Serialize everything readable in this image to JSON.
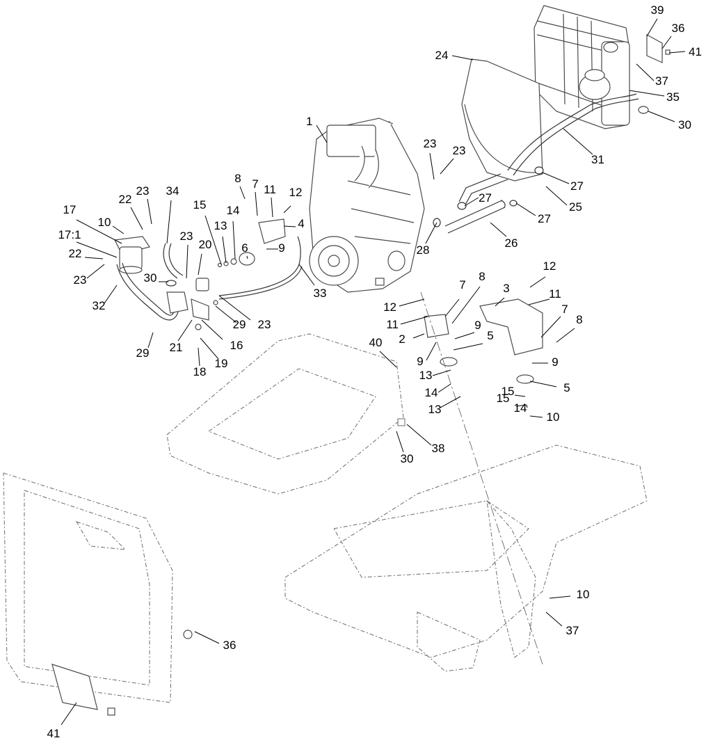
{
  "diagram": {
    "callouts": [
      {
        "text": "39"
      },
      {
        "text": "36"
      },
      {
        "text": "41"
      },
      {
        "text": "24"
      },
      {
        "text": "37"
      },
      {
        "text": "35"
      },
      {
        "text": "30"
      },
      {
        "text": "1"
      },
      {
        "text": "23"
      },
      {
        "text": "23"
      },
      {
        "text": "31"
      },
      {
        "text": "27"
      },
      {
        "text": "25"
      },
      {
        "text": "27"
      },
      {
        "text": "27"
      },
      {
        "text": "26"
      },
      {
        "text": "28"
      },
      {
        "text": "8"
      },
      {
        "text": "7"
      },
      {
        "text": "11"
      },
      {
        "text": "12"
      },
      {
        "text": "34"
      },
      {
        "text": "23"
      },
      {
        "text": "22"
      },
      {
        "text": "17"
      },
      {
        "text": "15"
      },
      {
        "text": "14"
      },
      {
        "text": "4"
      },
      {
        "text": "10"
      },
      {
        "text": "13"
      },
      {
        "text": "17:1"
      },
      {
        "text": "23"
      },
      {
        "text": "20"
      },
      {
        "text": "6"
      },
      {
        "text": "9"
      },
      {
        "text": "22"
      },
      {
        "text": "23"
      },
      {
        "text": "30"
      },
      {
        "text": "33"
      },
      {
        "text": "32"
      },
      {
        "text": "23"
      },
      {
        "text": "29"
      },
      {
        "text": "12"
      },
      {
        "text": "11"
      },
      {
        "text": "7"
      },
      {
        "text": "8"
      },
      {
        "text": "3"
      },
      {
        "text": "12"
      },
      {
        "text": "11"
      },
      {
        "text": "7"
      },
      {
        "text": "8"
      },
      {
        "text": "9"
      },
      {
        "text": "16"
      },
      {
        "text": "29"
      },
      {
        "text": "21"
      },
      {
        "text": "19"
      },
      {
        "text": "18"
      },
      {
        "text": "2"
      },
      {
        "text": "5"
      },
      {
        "text": "9"
      },
      {
        "text": "9"
      },
      {
        "text": "40"
      },
      {
        "text": "13"
      },
      {
        "text": "5"
      },
      {
        "text": "14"
      },
      {
        "text": "15"
      },
      {
        "text": "13"
      },
      {
        "text": "14"
      },
      {
        "text": "15"
      },
      {
        "text": "10"
      },
      {
        "text": "30"
      },
      {
        "text": "38"
      },
      {
        "text": "10"
      },
      {
        "text": "37"
      },
      {
        "text": "36"
      },
      {
        "text": "41"
      }
    ]
  }
}
